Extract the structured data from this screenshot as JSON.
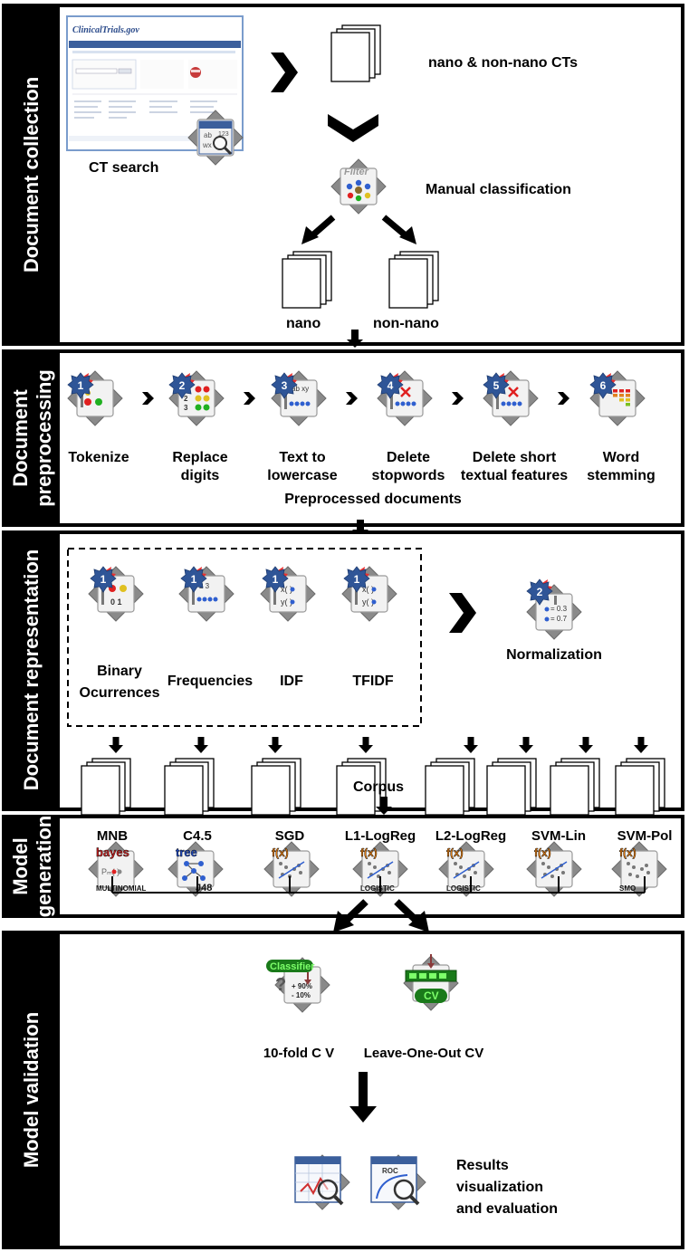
{
  "colors": {
    "section_bg": "#000000",
    "arrow": "#000000",
    "badge": "#2f5597",
    "badge_burst": "#e83030"
  },
  "sections": {
    "collection": {
      "label": "Document  collection",
      "ct_site_title": "ClinicalTrials.gov",
      "ct_search": "CT search",
      "nano_nonnano": "nano & non-nano CTs",
      "manual_classification": "Manual classification",
      "filter_icon_text": "Filter",
      "nano": "nano",
      "non_nano": "non-nano"
    },
    "preprocessing": {
      "label_line1": "Document",
      "label_line2": "preprocessing",
      "steps": [
        {
          "num": "1",
          "label1": "Tokenize",
          "label2": ""
        },
        {
          "num": "2",
          "label1": "Replace",
          "label2": "digits"
        },
        {
          "num": "3",
          "label1": "Text to",
          "label2": "lowercase"
        },
        {
          "num": "4",
          "label1": "Delete",
          "label2": "stopwords"
        },
        {
          "num": "5",
          "label1": "Delete short",
          "label2": "textual features"
        },
        {
          "num": "6",
          "label1": "Word",
          "label2": "stemming"
        }
      ],
      "result": "Preprocessed documents"
    },
    "representation": {
      "label": "Document representation",
      "methods": [
        {
          "num": "1",
          "label1": "Binary",
          "label2": "Ocurrences"
        },
        {
          "num": "1",
          "label1": "Frequencies",
          "label2": ""
        },
        {
          "num": "1",
          "label1": "IDF",
          "label2": ""
        },
        {
          "num": "1",
          "label1": "TFIDF",
          "label2": ""
        }
      ],
      "normalization": {
        "num": "2",
        "label": "Normalization"
      },
      "corpus": "Corpus"
    },
    "generation": {
      "label_line1": "Model",
      "label_line2": "generation",
      "models": [
        {
          "name": "MNB",
          "icon_top": "bayes",
          "icon_bottom": "MULTINOMIAL"
        },
        {
          "name": "C4.5",
          "icon_top": "tree",
          "icon_bottom": "J48"
        },
        {
          "name": "SGD",
          "icon_top": "f(x)",
          "icon_bottom": ""
        },
        {
          "name": "L1-LogReg",
          "icon_top": "f(x)",
          "icon_bottom": "LOGISTIC"
        },
        {
          "name": "L2-LogReg",
          "icon_top": "f(x)",
          "icon_bottom": "LOGISTIC"
        },
        {
          "name": "SVM-Lin",
          "icon_top": "f(x)",
          "icon_bottom": ""
        },
        {
          "name": "SVM-Pol",
          "icon_top": "f(x)",
          "icon_bottom": "SMO"
        }
      ]
    },
    "validation": {
      "label": "Model validation",
      "tenfold": "10-fold C V",
      "loocv": "Leave-One-Out CV",
      "classifier_icon": "Classifier",
      "classifier_plus": "+ 90%",
      "classifier_minus": "- 10%",
      "cv_icon": "CV",
      "roc_icon": "ROC",
      "results_line1": "Results",
      "results_line2": "visualization",
      "results_line3": "and evaluation"
    }
  }
}
